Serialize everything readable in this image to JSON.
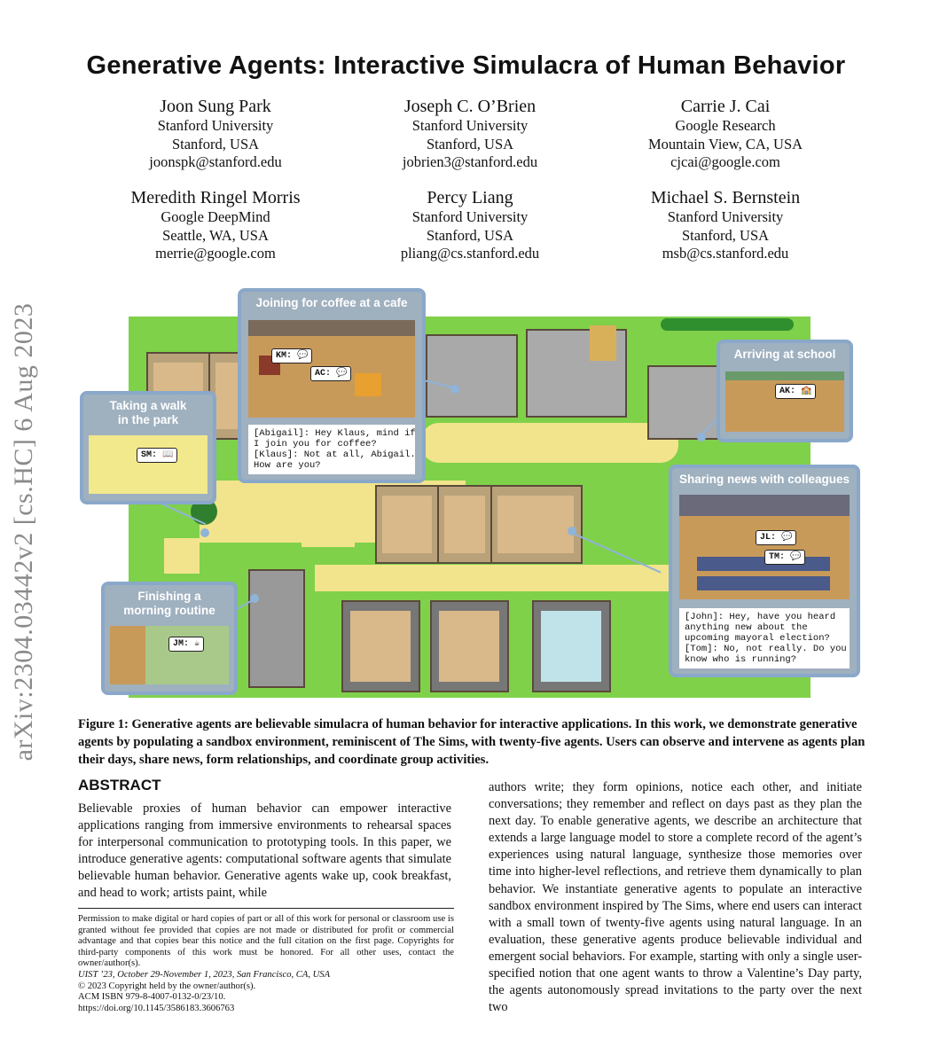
{
  "title": "Generative Agents: Interactive Simulacra of Human Behavior",
  "authors": [
    {
      "name": "Joon Sung Park",
      "affil": "Stanford University",
      "loc": "Stanford, USA",
      "email": "joonspk@stanford.edu"
    },
    {
      "name": "Joseph C. O’Brien",
      "affil": "Stanford University",
      "loc": "Stanford, USA",
      "email": "jobrien3@stanford.edu"
    },
    {
      "name": "Carrie J. Cai",
      "affil": "Google Research",
      "loc": "Mountain View, CA, USA",
      "email": "cjcai@google.com"
    },
    {
      "name": "Meredith Ringel Morris",
      "affil": "Google DeepMind",
      "loc": "Seattle, WA, USA",
      "email": "merrie@google.com"
    },
    {
      "name": "Percy Liang",
      "affil": "Stanford University",
      "loc": "Stanford, USA",
      "email": "pliang@cs.stanford.edu"
    },
    {
      "name": "Michael S. Bernstein",
      "affil": "Stanford University",
      "loc": "Stanford, USA",
      "email": "msb@cs.stanford.edu"
    }
  ],
  "arxiv_stamp": "arXiv:2304.03442v2  [cs.HC]  6 Aug 2023",
  "figure": {
    "panels": {
      "coffee": {
        "title": "Joining for coffee at a cafe",
        "bubbles": [
          "KM: 💬",
          "AC: 💬"
        ],
        "dialog": "[Abigail]: Hey Klaus, mind if\nI join you for coffee?\n[Klaus]: Not at all, Abigail.\nHow are you?"
      },
      "park": {
        "title": "Taking a walk\nin the park",
        "bubble": "SM: 📖"
      },
      "school": {
        "title": "Arriving at school",
        "bubble": "AK: 🏫"
      },
      "news": {
        "title": "Sharing news with colleagues",
        "bubbles": [
          "JL: 💬",
          "TM: 💬"
        ],
        "dialog": "[John]: Hey, have you heard\nanything new about the\nupcoming mayoral election?\n[Tom]: No, not really. Do you\nknow who is running?"
      },
      "morning": {
        "title": "Finishing a\nmorning routine",
        "bubble": "JM: ☕"
      }
    },
    "caption": "Figure 1: Generative agents are believable simulacra of human behavior for interactive applications. In this work, we demonstrate generative agents by populating a sandbox environment, reminiscent of The Sims, with twenty-five agents. Users can observe and intervene as agents plan their days, share news, form relationships, and coordinate group activities."
  },
  "abstract": {
    "heading": "ABSTRACT",
    "left": "Believable proxies of human behavior can empower interactive applications ranging from immersive environments to rehearsal spaces for interpersonal communication to prototyping tools. In this paper, we introduce generative agents: computational software agents that simulate believable human behavior. Generative agents wake up, cook breakfast, and head to work; artists paint, while",
    "right": "authors write; they form opinions, notice each other, and initiate conversations; they remember and reflect on days past as they plan the next day. To enable generative agents, we describe an architecture that extends a large language model to store a complete record of the agent’s experiences using natural language, synthesize those memories over time into higher-level reflections, and retrieve them dynamically to plan behavior. We instantiate generative agents to populate an interactive sandbox environment inspired by The Sims, where end users can interact with a small town of twenty-five agents using natural language. In an evaluation, these generative agents produce believable individual and emergent social behaviors. For example, starting with only a single user-specified notion that one agent wants to throw a Valentine’s Day party, the agents autonomously spread invitations to the party over the next two"
  },
  "footnote": {
    "permission": "Permission to make digital or hard copies of part or all of this work for personal or classroom use is granted without fee provided that copies are not made or distributed for profit or commercial advantage and that copies bear this notice and the full citation on the first page. Copyrights for third-party components of this work must be honored. For all other uses, contact the owner/author(s).",
    "venue": "UIST ’23, October 29-November 1, 2023, San Francisco, CA, USA",
    "copyright": "© 2023 Copyright held by the owner/author(s).",
    "isbn": "ACM ISBN 979-8-4007-0132-0/23/10.",
    "doi": "https://doi.org/10.1145/3586183.3606763"
  }
}
